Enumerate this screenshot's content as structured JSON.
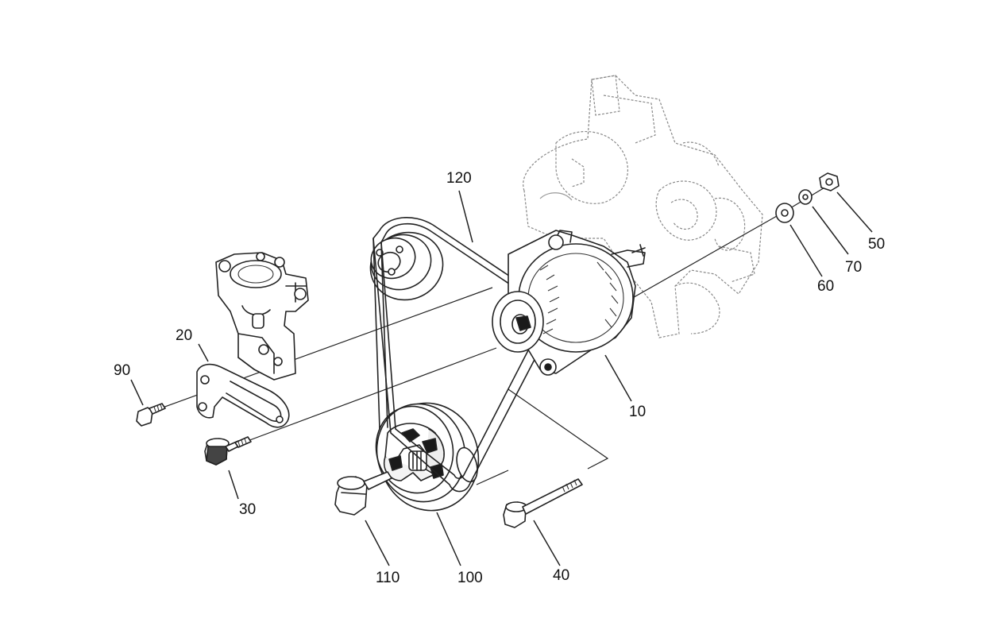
{
  "callouts": {
    "c10": "10",
    "c20": "20",
    "c30": "30",
    "c40": "40",
    "c50": "50",
    "c60": "60",
    "c70": "70",
    "c90": "90",
    "c100": "100",
    "c110": "110",
    "c120": "120"
  }
}
